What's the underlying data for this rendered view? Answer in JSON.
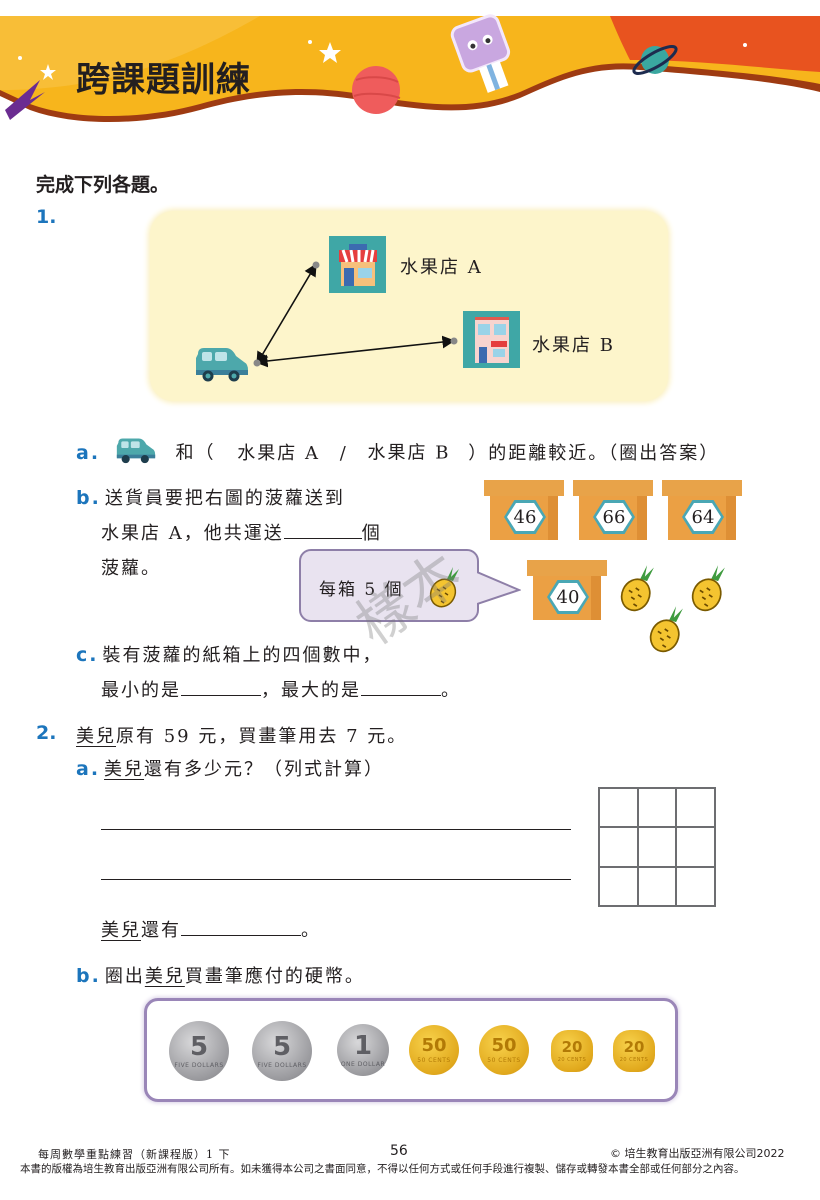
{
  "banner": {
    "title": "跨課題訓練",
    "colors": {
      "yellow": "#f7b51c",
      "orange": "#e8531f",
      "brown": "#9e3b12"
    }
  },
  "instruction": "完成下列各題。",
  "q1": {
    "number": "1.",
    "map": {
      "shop_a_label": "水果店 A",
      "shop_b_label": "水果店 B",
      "panel_color": "#fdf5cb"
    },
    "a": {
      "label": "a.",
      "text_before": "和（",
      "option_a": "水果店 A",
      "separator": "/",
      "option_b": "水果店 B",
      "text_after": "）的距離較近。（圈出答案）"
    },
    "b": {
      "label": "b.",
      "line1": "送貨員要把右圖的菠蘿送到",
      "line2_before": "水果店 A，他共運送",
      "line2_after": "個",
      "line3": "菠蘿。",
      "bubble_text": "每箱 5 個",
      "boxes": [
        "46",
        "66",
        "64",
        "40"
      ]
    },
    "c": {
      "label": "c.",
      "line1": "裝有菠蘿的紙箱上的四個數中，",
      "line2_a": "最小的是",
      "line2_b": "，最大的是",
      "line2_c": "。"
    }
  },
  "q2": {
    "number": "2.",
    "name": "美兒",
    "stem_rest": "原有 59 元，買畫筆用去 7 元。",
    "a": {
      "label": "a.",
      "name": "美兒",
      "text": "還有多少元？（列式計算）",
      "answer_name": "美兒",
      "answer_text": "還有",
      "answer_end": "。"
    },
    "b": {
      "label": "b.",
      "text_before": "圈出",
      "name": "美兒",
      "text_after": "買畫筆應付的硬幣。"
    },
    "coins": [
      {
        "value": "5",
        "sub": "FIVE DOLLARS",
        "type": "silver"
      },
      {
        "value": "5",
        "sub": "FIVE DOLLARS",
        "type": "silver"
      },
      {
        "value": "1",
        "sub": "ONE DOLLAR",
        "type": "silver"
      },
      {
        "value": "50",
        "sub": "50 CENTS",
        "type": "gold"
      },
      {
        "value": "50",
        "sub": "50 CENTS",
        "type": "gold"
      },
      {
        "value": "20",
        "sub": "20 CENTS",
        "type": "gold"
      },
      {
        "value": "20",
        "sub": "20 CENTS",
        "type": "gold"
      }
    ]
  },
  "watermark": "樣本",
  "footer": {
    "book_title": "每周數學重點練習（新課程版）1 下",
    "page_number": "56",
    "copyright": "© 培生教育出版亞洲有限公司2022",
    "notice": "本書的版權為培生教育出版亞洲有限公司所有。如未獲得本公司之書面同意，不得以任何方式或任何手段進行複製、儲存或轉發本書全部或任何部分之內容。"
  }
}
